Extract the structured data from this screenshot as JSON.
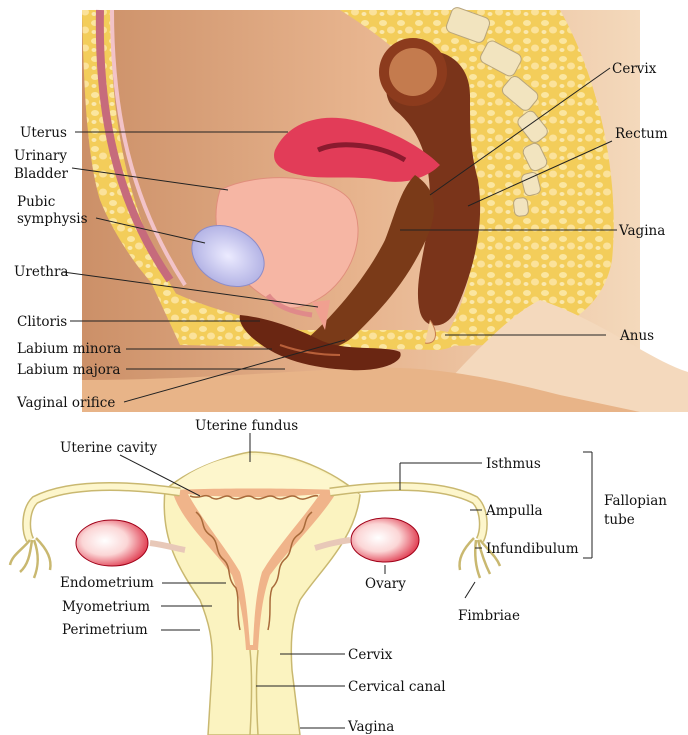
{
  "sagittal": {
    "labels": {
      "uterus": "Uterus",
      "urinary_1": "Urinary",
      "urinary_2": "Bladder",
      "pubic_1": "Pubic",
      "pubic_2": "symphysis",
      "urethra": "Urethra",
      "clitoris": "Clitoris",
      "labium_minora": "Labium minora",
      "labium_majora": "Labium majora",
      "vaginal_orifice": "Vaginal orifice",
      "cervix": "Cervix",
      "rectum": "Rectum",
      "vagina": "Vagina",
      "anus": "Anus"
    }
  },
  "frontal": {
    "labels": {
      "uterine_fundus": "Uterine fundus",
      "uterine_cavity": "Uterine cavity",
      "isthmus": "Isthmus",
      "ampulla": "Ampulla",
      "infundibulum": "Infundibulum",
      "fallopian_1": "Fallopian",
      "fallopian_2": "tube",
      "endometrium": "Endometrium",
      "myometrium": "Myometrium",
      "perimetrium": "Perimetrium",
      "ovary": "Ovary",
      "fimbriae": "Fimbriae",
      "cervix": "Cervix",
      "cervical_canal": "Cervical canal",
      "vagina": "Vagina"
    }
  },
  "colors": {
    "skin": "#e8b48c",
    "fat": "#f3cd5a",
    "uterus": "#e0405a",
    "bladder": "#f4b09a",
    "rectum": "#6b2a12",
    "symphysis": "#b8b8e8",
    "uterus_cream": "#fbf3c0",
    "endometrium": "#f0b48a",
    "ovary_red": "#d8102a"
  }
}
